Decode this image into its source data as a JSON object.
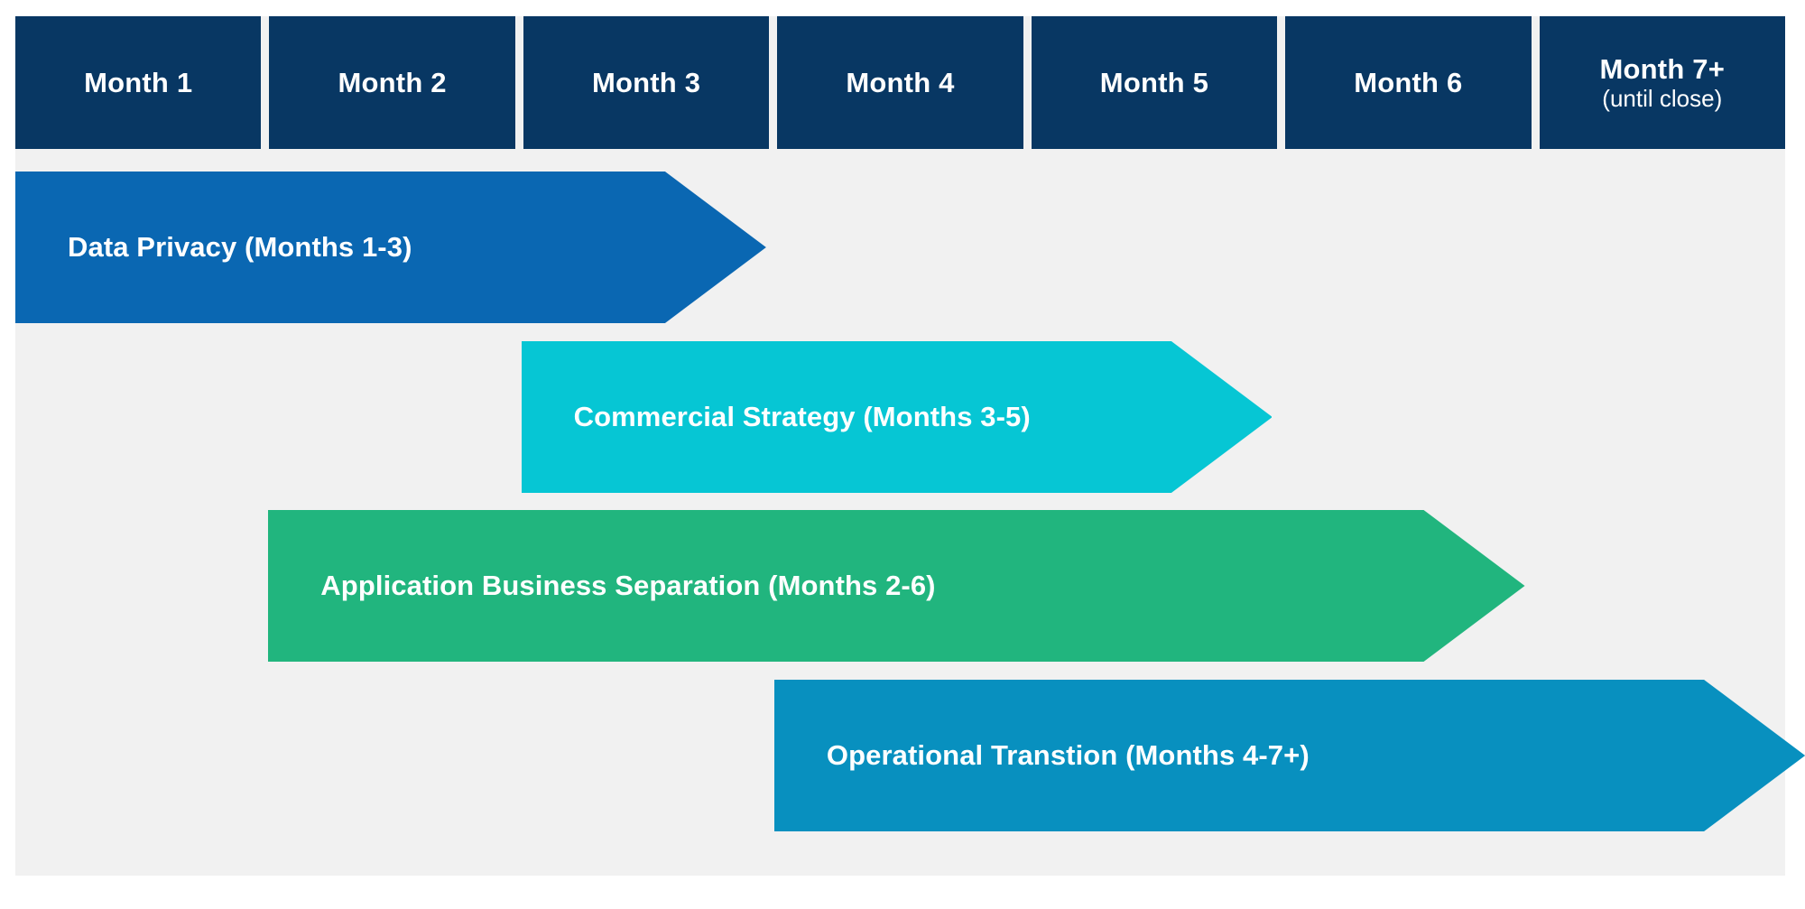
{
  "diagram": {
    "type": "timeline-gantt",
    "background_color": "#f1f1f1",
    "canvas_color": "#ffffff",
    "header_color": "#083763",
    "header": {
      "cells": [
        {
          "title": "Month 1",
          "subtitle": ""
        },
        {
          "title": "Month 2",
          "subtitle": ""
        },
        {
          "title": "Month 3",
          "subtitle": ""
        },
        {
          "title": "Month 4",
          "subtitle": ""
        },
        {
          "title": "Month 5",
          "subtitle": ""
        },
        {
          "title": "Month 6",
          "subtitle": ""
        },
        {
          "title": "Month 7+",
          "subtitle": "(until close)"
        }
      ]
    },
    "workstreams": [
      {
        "label": "Data Privacy (Months 1-3)",
        "color": "#0a67b2",
        "start_month": 1,
        "end_month": 3
      },
      {
        "label": "Commercial Strategy (Months 3-5)",
        "color": "#06c6d4",
        "start_month": 3,
        "end_month": 5
      },
      {
        "label": "Application Business Separation (Months 2-6)",
        "color": "#21b57e",
        "start_month": 2,
        "end_month": 6
      },
      {
        "label": "Operational Transtion (Months 4-7+)",
        "color": "#0890bf",
        "start_month": 4,
        "end_month": 7
      }
    ]
  },
  "chart_data": {
    "type": "bar",
    "title": "",
    "xlabel": "",
    "ylabel": "",
    "categories": [
      "Month 1",
      "Month 2",
      "Month 3",
      "Month 4",
      "Month 5",
      "Month 6",
      "Month 7+ (until close)"
    ],
    "series": [
      {
        "name": "Data Privacy (Months 1-3)",
        "start": 1,
        "end": 3,
        "values": [
          1,
          3
        ]
      },
      {
        "name": "Commercial Strategy (Months 3-5)",
        "start": 3,
        "end": 5,
        "values": [
          3,
          5
        ]
      },
      {
        "name": "Application Business Separation (Months 2-6)",
        "start": 2,
        "end": 6,
        "values": [
          2,
          6
        ]
      },
      {
        "name": "Operational Transtion (Months 4-7+)",
        "start": 4,
        "end": 7,
        "values": [
          4,
          7
        ]
      }
    ],
    "xlim": [
      1,
      7
    ],
    "grid": false,
    "legend": "none"
  }
}
